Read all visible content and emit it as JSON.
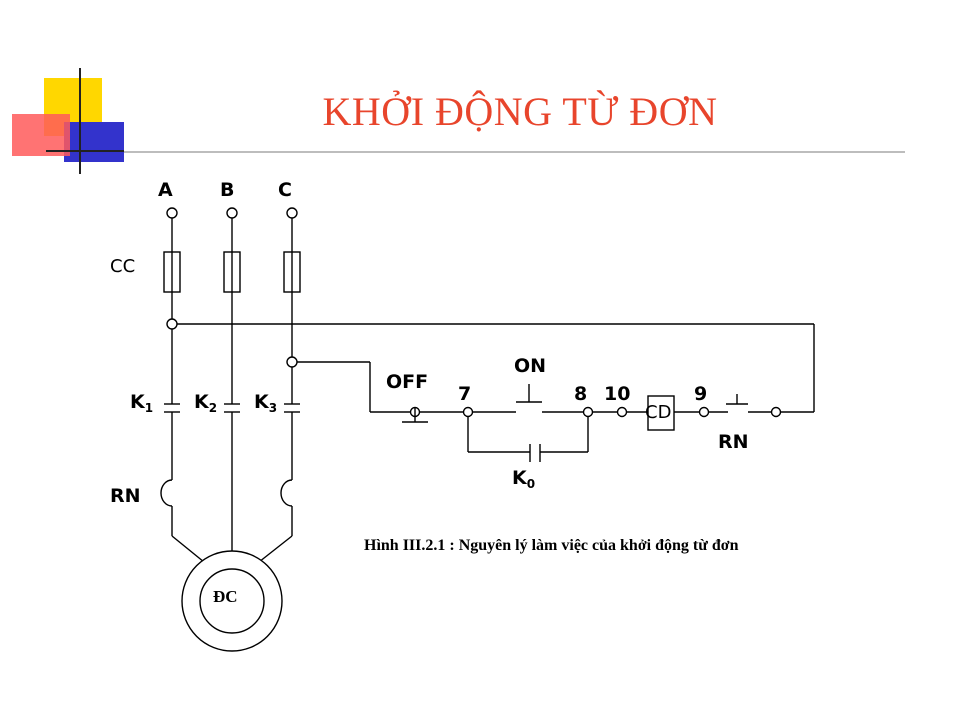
{
  "slide": {
    "title": "KHỞI ĐỘNG TỪ ĐƠN",
    "colors": {
      "title": "#e8452c",
      "accent_yellow": "#ffd700",
      "accent_red": "#ff4d4d",
      "accent_blue": "#3333cc",
      "divider": "#b8b8b8"
    }
  },
  "diagram": {
    "phases": [
      "A",
      "B",
      "C"
    ],
    "fuse_label": "CC",
    "contactor_labels": [
      {
        "main": "K",
        "sub": "1"
      },
      {
        "main": "K",
        "sub": "2"
      },
      {
        "main": "K",
        "sub": "3"
      }
    ],
    "thermal_relay_label": "RN",
    "motor_label": "ĐC",
    "off_button_label": "OFF",
    "on_button_label": "ON",
    "node_numbers": {
      "n7": "7",
      "n8": "8",
      "n10": "10",
      "n9": "9"
    },
    "coil_label": "CD",
    "rn_contact_label": "RN",
    "hold_contact_label": {
      "main": "K",
      "sub": "0"
    },
    "caption": "Hình III.2.1 : Nguyên lý làm việc của khởi động từ đơn"
  }
}
